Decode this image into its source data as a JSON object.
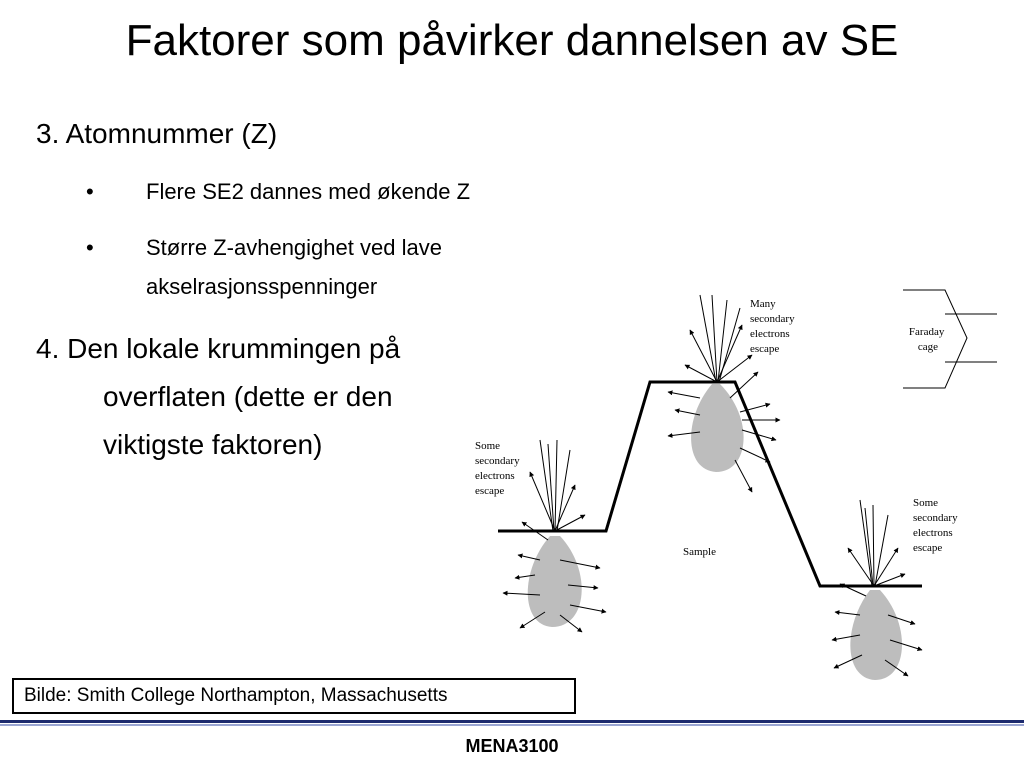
{
  "title": "Faktorer som påvirker dannelsen av SE",
  "items": {
    "item3": "3.  Atomnummer (Z)",
    "bullet_symbol": "•",
    "bullet1": "Flere SE2 dannes med økende Z",
    "bullet2_line1": "Større Z-avhengighet ved lave",
    "bullet2_line2": "akselrasjonsspenninger",
    "item4_line1": "4. Den lokale krummingen på",
    "item4_line2": "overflaten (dette er den",
    "item4_line3": "viktigste faktoren)"
  },
  "figure": {
    "label_many": [
      "Many",
      "secondary",
      "electrons",
      "escape"
    ],
    "label_some_left": [
      "Some",
      "secondary",
      "electrons",
      "escape"
    ],
    "label_some_right": [
      "Some",
      "secondary",
      "electrons",
      "escape"
    ],
    "label_faraday": [
      "Faraday",
      "cage"
    ],
    "label_sample": "Sample",
    "volume_color": "#bdbdbd"
  },
  "caption": "Bilde: Smith College Northampton, Massachusetts",
  "footer": "MENA3100",
  "colors": {
    "rule_dark": "#1c2a6e",
    "rule_light": "#9aa5d2"
  }
}
